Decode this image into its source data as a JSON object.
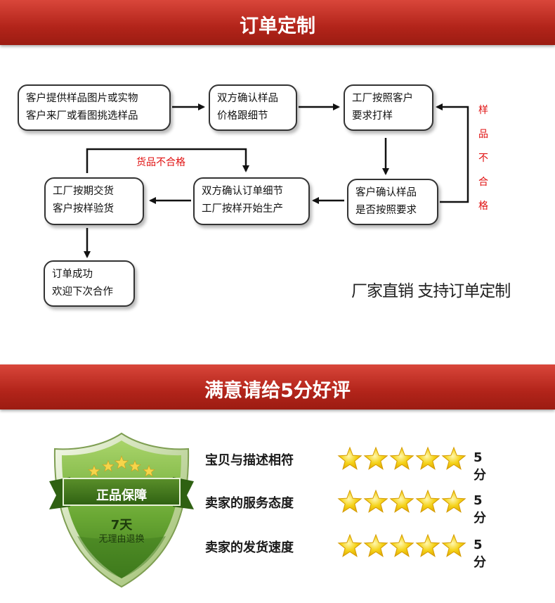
{
  "banner_order": {
    "title": "订单定制"
  },
  "flow": {
    "step1": {
      "line1": "客户提供样品图片或实物",
      "line2": "客户来厂或看图挑选样品"
    },
    "step2": {
      "line1": "双方确认样品",
      "line2": "价格跟细节"
    },
    "step3": {
      "line1": "工厂按照客户",
      "line2": "要求打样"
    },
    "step4": {
      "line1": "客户确认样品",
      "line2": "是否按照要求"
    },
    "step5": {
      "line1": "双方确认订单细节",
      "line2": "工厂按样开始生产"
    },
    "step6": {
      "line1": "工厂按期交货",
      "line2": "客户按样验货"
    },
    "step7": {
      "line1": "订单成功",
      "line2": "欢迎下次合作"
    },
    "goods_reject_label": "货品不合格",
    "sample_reject_chars": [
      "样",
      "品",
      "不",
      "合",
      "格"
    ]
  },
  "slogan": "厂家直销 支持订单定制",
  "banner_review": {
    "title": "满意请给5分好评"
  },
  "badge": {
    "ribbon_text": "正品保障",
    "days": "7天",
    "subtitle": "无理由退换",
    "stars_count": 5
  },
  "ratings": [
    {
      "label": "宝贝与描述相符",
      "stars": 5,
      "score": "5分"
    },
    {
      "label": "卖家的服务态度",
      "stars": 5,
      "score": "5分"
    },
    {
      "label": "卖家的发货速度",
      "stars": 5,
      "score": "5分"
    }
  ],
  "colors": {
    "banner_red": "#b2241a",
    "reject_red": "#e01010",
    "badge_green": "#5e9b2c",
    "star_gold": "#f5c400"
  }
}
